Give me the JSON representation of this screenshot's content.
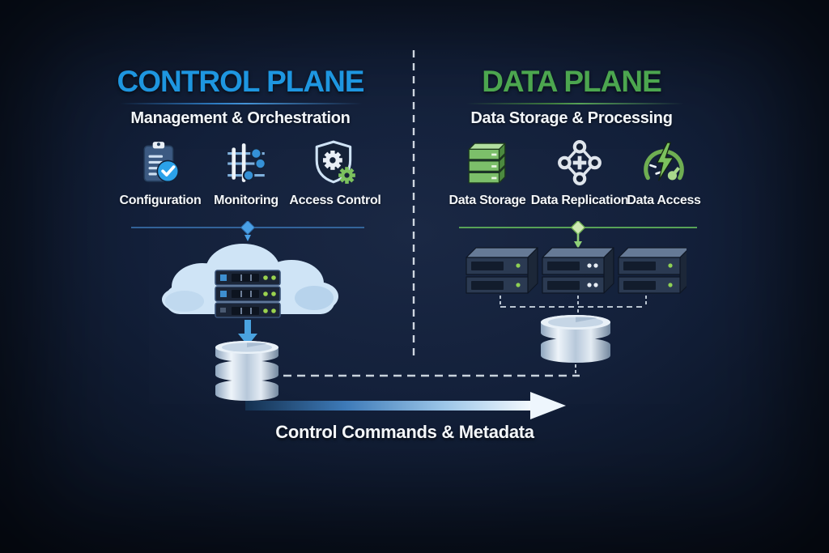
{
  "control_plane": {
    "title": "CONTROL PLANE",
    "subtitle": "Management & Orchestration",
    "accent_color": "#1E96E0",
    "items": [
      {
        "label": "Configuration",
        "icon": "clipboard-check-icon"
      },
      {
        "label": "Monitoring",
        "icon": "sliders-icon"
      },
      {
        "label": "Access Control",
        "icon": "shield-gears-icon"
      }
    ],
    "illustration": "cloud-server-rack feeding database"
  },
  "data_plane": {
    "title": "DATA PLANE",
    "subtitle": "Data Storage & Processing",
    "accent_color": "#4CA64F",
    "items": [
      {
        "label": "Data Storage",
        "icon": "green-server-stack-icon"
      },
      {
        "label": "Data Replication",
        "icon": "linked-nodes-icon"
      },
      {
        "label": "Data Access",
        "icon": "gauge-lightning-icon"
      }
    ],
    "illustration": "server-cluster feeding database"
  },
  "flow": {
    "label": "Control Commands & Metadata"
  }
}
